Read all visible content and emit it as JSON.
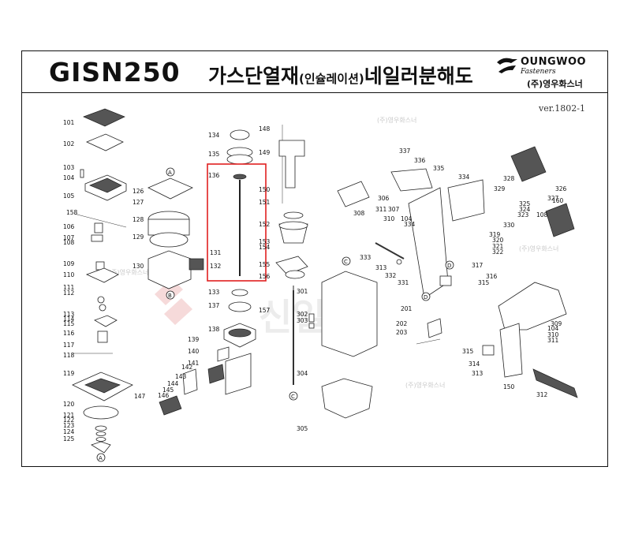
{
  "header": {
    "model": "GISN250",
    "title_main": "가스단열재",
    "title_paren": "(인슐레이션)",
    "title_tail": "네일러분해도",
    "brand_name": "OUNGWOO",
    "brand_sub": "Fasteners",
    "brand_kr": "(주)영우화스너",
    "version": "ver.1802-1"
  },
  "watermark": {
    "small": "(주)영우화스너",
    "large": "신일"
  },
  "callouts": [
    "A",
    "B",
    "C",
    "D"
  ],
  "labels": {
    "col1": [
      "101",
      "102",
      "103",
      "104",
      "105",
      "158",
      "106",
      "107",
      "108",
      "109",
      "110",
      "111",
      "112",
      "113",
      "114",
      "115",
      "116",
      "117",
      "118",
      "119",
      "120",
      "121",
      "122",
      "123",
      "124",
      "125"
    ],
    "col2": [
      "126",
      "127",
      "128",
      "129",
      "130",
      "131",
      "132",
      "139",
      "140",
      "141",
      "142",
      "143",
      "144",
      "145",
      "146",
      "147"
    ],
    "col3": [
      "134",
      "135",
      "136",
      "133",
      "137",
      "138"
    ],
    "col4": [
      "148",
      "149",
      "150",
      "151",
      "152",
      "153",
      "154",
      "155",
      "156",
      "157"
    ],
    "col5": [
      "301",
      "302",
      "303",
      "304",
      "305",
      "306",
      "307",
      "308",
      "310",
      "311",
      "104",
      "333",
      "313",
      "332",
      "331",
      "334"
    ],
    "col6": [
      "337",
      "336",
      "335",
      "334",
      "325",
      "324",
      "323",
      "330",
      "319",
      "320",
      "321",
      "322",
      "317",
      "160",
      "108",
      "316",
      "315",
      "201",
      "202",
      "203"
    ],
    "col7": [
      "328",
      "329",
      "326",
      "327",
      "309",
      "104",
      "310",
      "311",
      "315",
      "314",
      "313",
      "150",
      "312"
    ]
  },
  "colors": {
    "frame": "#111111",
    "highlight": "#e02020",
    "watermark": "#c9c9c9"
  }
}
